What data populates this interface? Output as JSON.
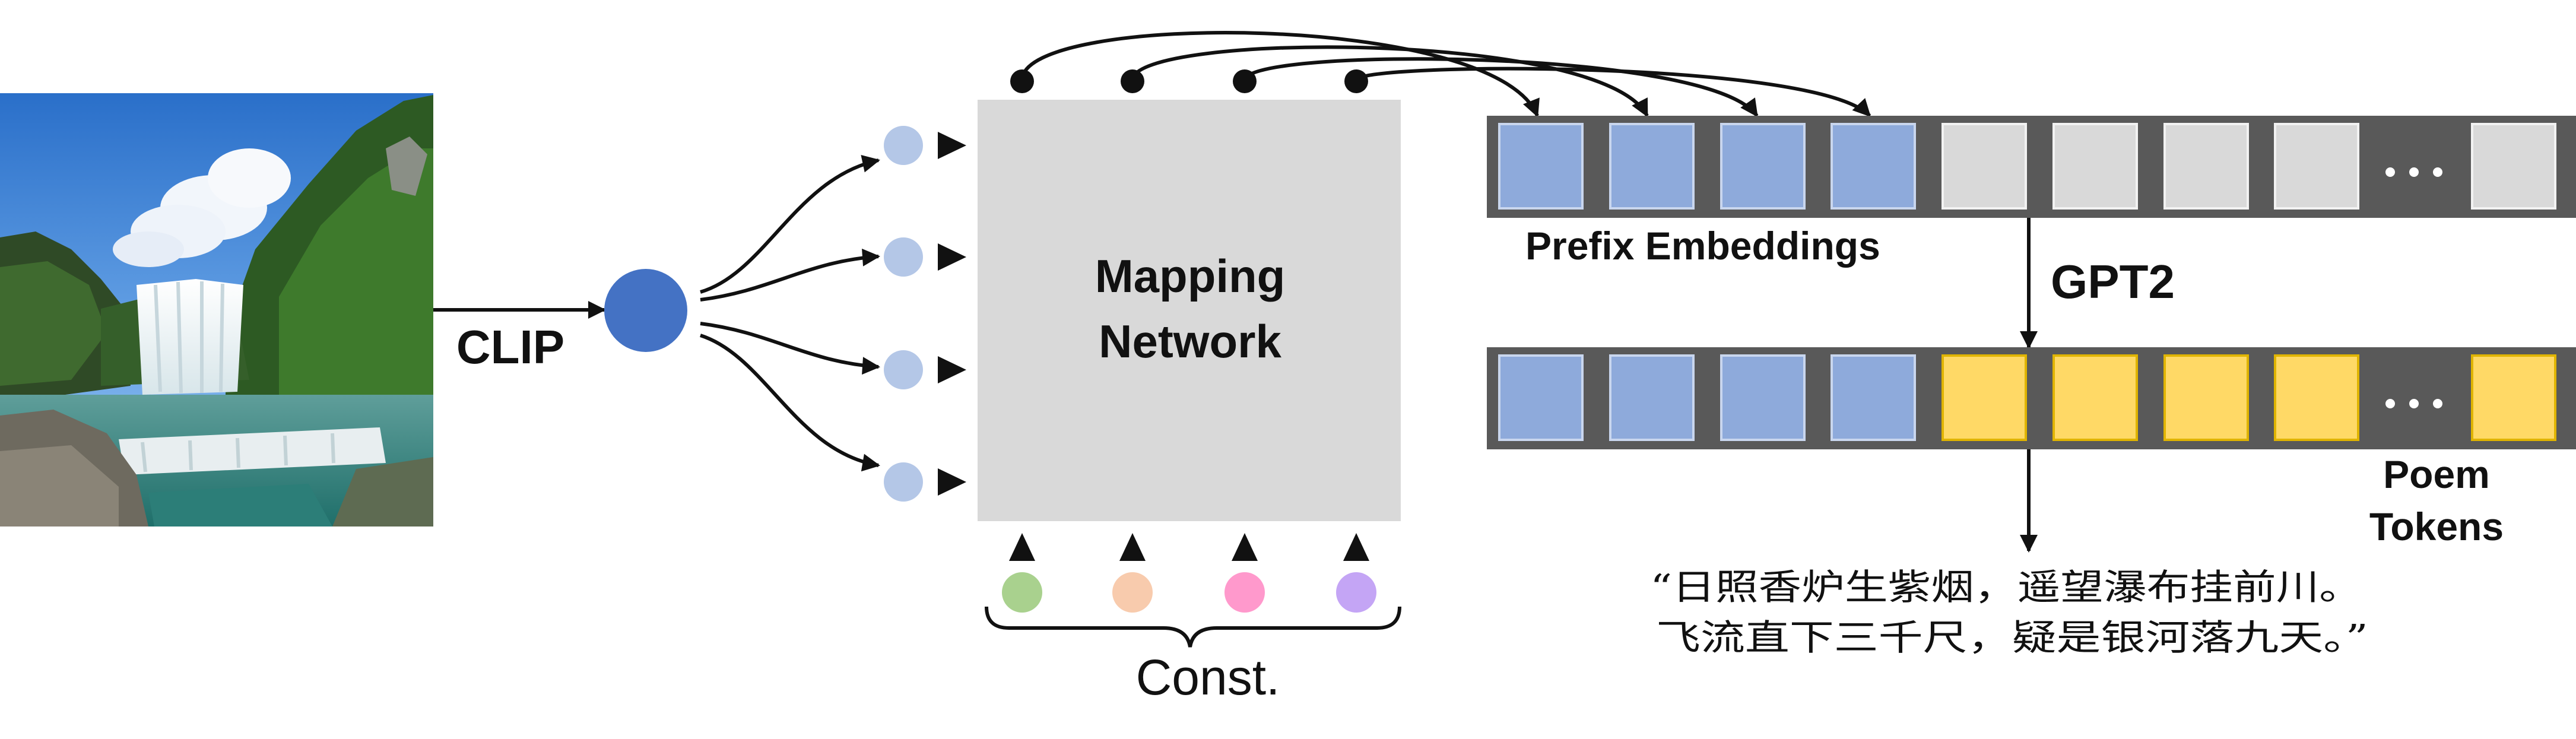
{
  "labels": {
    "clip": "CLIP",
    "mapping_line1": "Mapping",
    "mapping_line2": "Network",
    "prefix": "Prefix Embeddings",
    "gpt2": "GPT2",
    "poem_line1": "Poem",
    "poem_line2": "Tokens",
    "const": "Const.",
    "ellipsis": "• • •"
  },
  "poem": {
    "line1": "“日照香炉生紫烟，遥望瀑布挂前川。",
    "line2": "飞流直下三千尺，疑是银河落九天。”"
  },
  "colors": {
    "clip_embedding": "#4472c4",
    "light_blue": "#b4c7e7",
    "token_blue": "#8eaadb",
    "token_grey": "#d9d9d9",
    "token_yellow": "#ffd966",
    "bar_dark": "#595959",
    "mapping_box": "#d9d9d9",
    "const_green": "#a9d18e",
    "const_orange": "#f8cbad",
    "const_pink": "#ff99cc",
    "const_purple": "#c4a5f5"
  },
  "image": {
    "description_icon": "waterfall-photo"
  }
}
